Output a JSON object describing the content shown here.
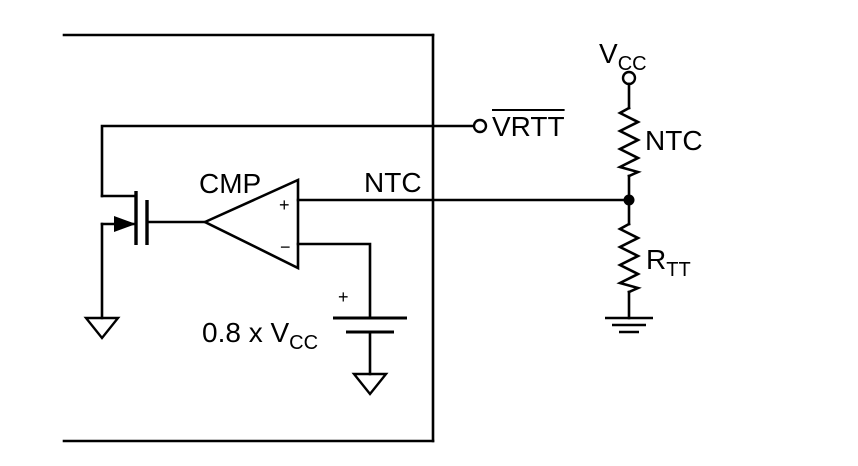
{
  "labels": {
    "cmp": "CMP",
    "ntc_line": "NTC",
    "vrtt": "VRTT",
    "vcc_main": "V",
    "vcc_sub": "CC",
    "ntc_resistor": "NTC",
    "rtt_main": "R",
    "rtt_sub": "TT",
    "ref_prefix": "0.8 x V",
    "ref_sub": "CC",
    "plus_in": "+",
    "minus_in": "−",
    "battery_plus": "+"
  }
}
